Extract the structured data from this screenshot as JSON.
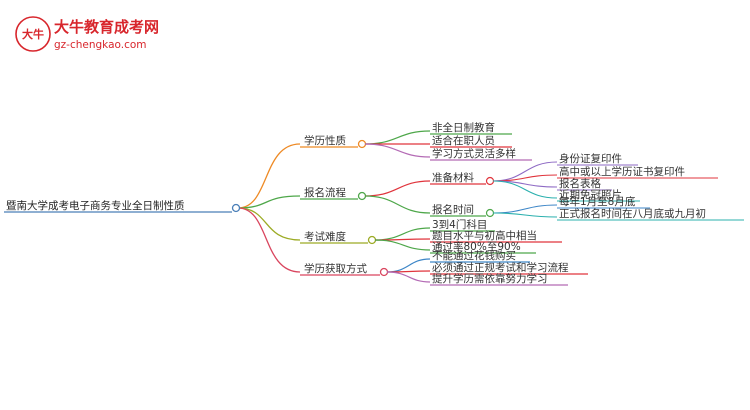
{
  "brand": {
    "logo_glyph": "大牛",
    "name": "大牛教育成考网",
    "url": "gz-chengkao.com"
  },
  "colors": {
    "brand_red": "#d8262c",
    "root_line": "#4a7fb8",
    "branch_orange": "#ee8a25",
    "branch_green": "#4ea74a",
    "branch_olive": "#9cab24",
    "branch_crimson": "#d9455e",
    "sub_red": "#e0343c",
    "sub_blue": "#3d86c7",
    "leaf_purple": "#8e6ac4",
    "leaf_mauve": "#b46bb5",
    "leaf_teal": "#2bb0ae"
  },
  "mindmap": {
    "root": "暨南大学成考电子商务专业全日制性质",
    "branches": [
      {
        "label": "学历性质",
        "leaves": [
          "非全日制教育",
          "适合在职人员",
          "学习方式灵活多样"
        ]
      },
      {
        "label": "报名流程",
        "subs": [
          {
            "label": "准备材料",
            "leaves": [
              "身份证复印件",
              "高中或以上学历证书复印件",
              "报名表格",
              "近期免冠照片"
            ]
          },
          {
            "label": "报名时间",
            "leaves": [
              "每年1月至8月底",
              "正式报名时间在八月底或九月初"
            ]
          }
        ]
      },
      {
        "label": "考试难度",
        "leaves": [
          "3到4门科目",
          "题目水平与初高中相当",
          "通过率80%至90%"
        ]
      },
      {
        "label": "学历获取方式",
        "leaves": [
          "不能通过花钱购买",
          "必须通过正规考试和学习流程",
          "提升学历需依靠努力学习"
        ]
      }
    ]
  }
}
